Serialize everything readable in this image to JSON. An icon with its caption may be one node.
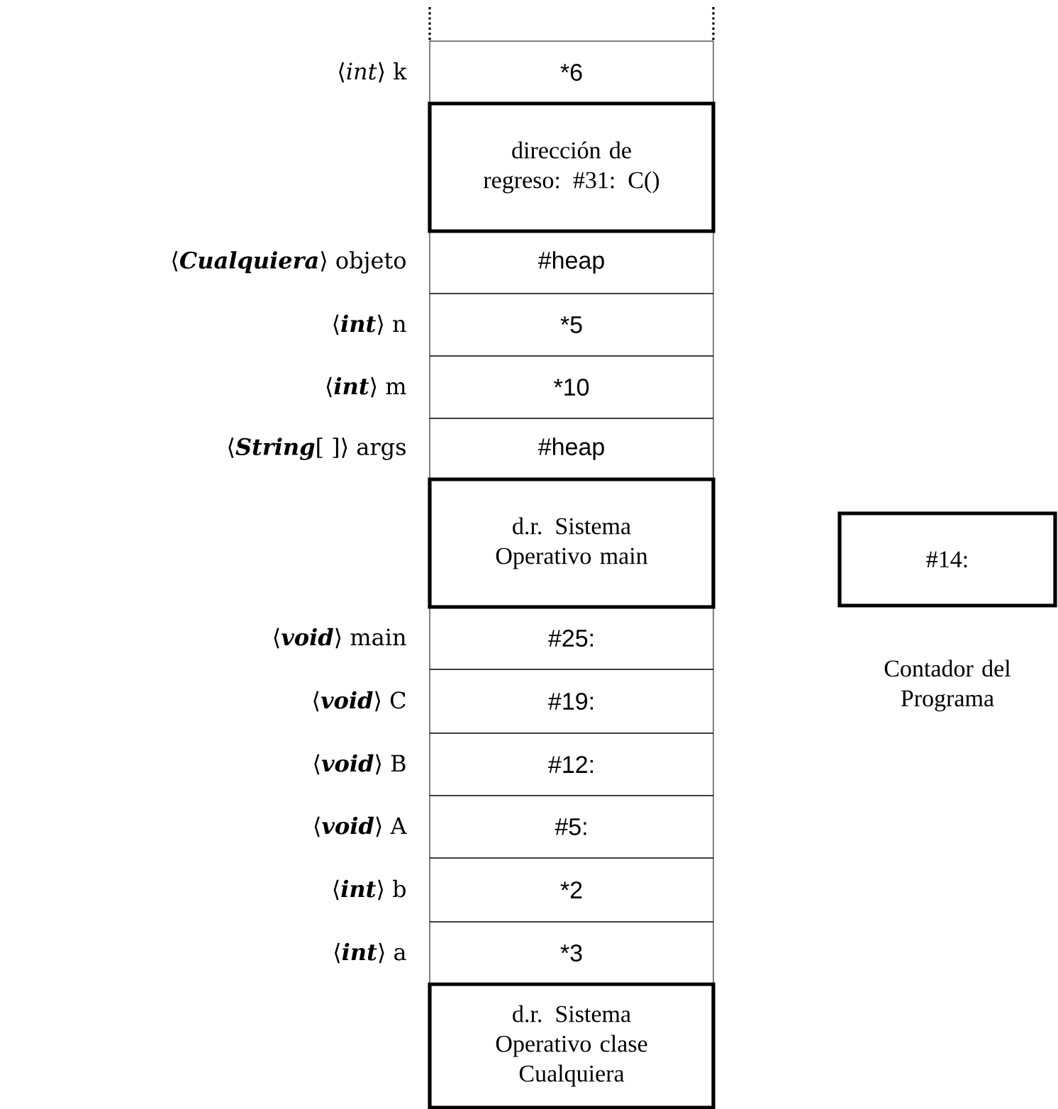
{
  "diagram": {
    "nodes": [
      {
        "text": [
          "*6"
        ],
        "beside": [
          "⟨*int*⟩ k"
        ]
      },
      {
        "text": [
          "dirección de regreso: #31: C()"
        ]
      },
      {
        "text": [
          "#heap"
        ],
        "beside": [
          "⟨**Cualquiera**⟩ objeto"
        ]
      },
      {
        "text": [
          "*5"
        ],
        "beside": [
          "⟨**int**⟩ n"
        ]
      },
      {
        "text": [
          "*10"
        ],
        "beside": [
          "⟨**int**⟩ m"
        ]
      },
      {
        "text": [
          "#heap"
        ],
        "beside": [
          "⟨**String**[ ]⟩ args"
        ]
      },
      {
        "text": [
          "d.r. Sistema Operativo main"
        ]
      },
      {
        "text": [
          "#25:"
        ],
        "beside": [
          "⟨**void**⟩ main"
        ]
      },
      {
        "text": [
          "#19:"
        ],
        "beside": [
          "⟨**void**⟩ C"
        ]
      },
      {
        "text": [
          "#12:"
        ],
        "beside": [
          "⟨**void**⟩ B"
        ]
      },
      {
        "text": [
          "#5:"
        ],
        "beside": [
          "⟨**void**⟩ A"
        ]
      },
      {
        "text": [
          "*2"
        ],
        "beside": [
          "⟨**int**⟩ b"
        ]
      },
      {
        "text": [
          "*3"
        ],
        "beside": [
          "⟨**int**⟩ a"
        ]
      },
      {
        "text": [
          "d.r. Sistema Operativo clase Cualquiera"
        ]
      },
      {
        "text": [
          "#14:"
        ],
        "beside": [
          "Contador del Programa"
        ]
      }
    ]
  }
}
